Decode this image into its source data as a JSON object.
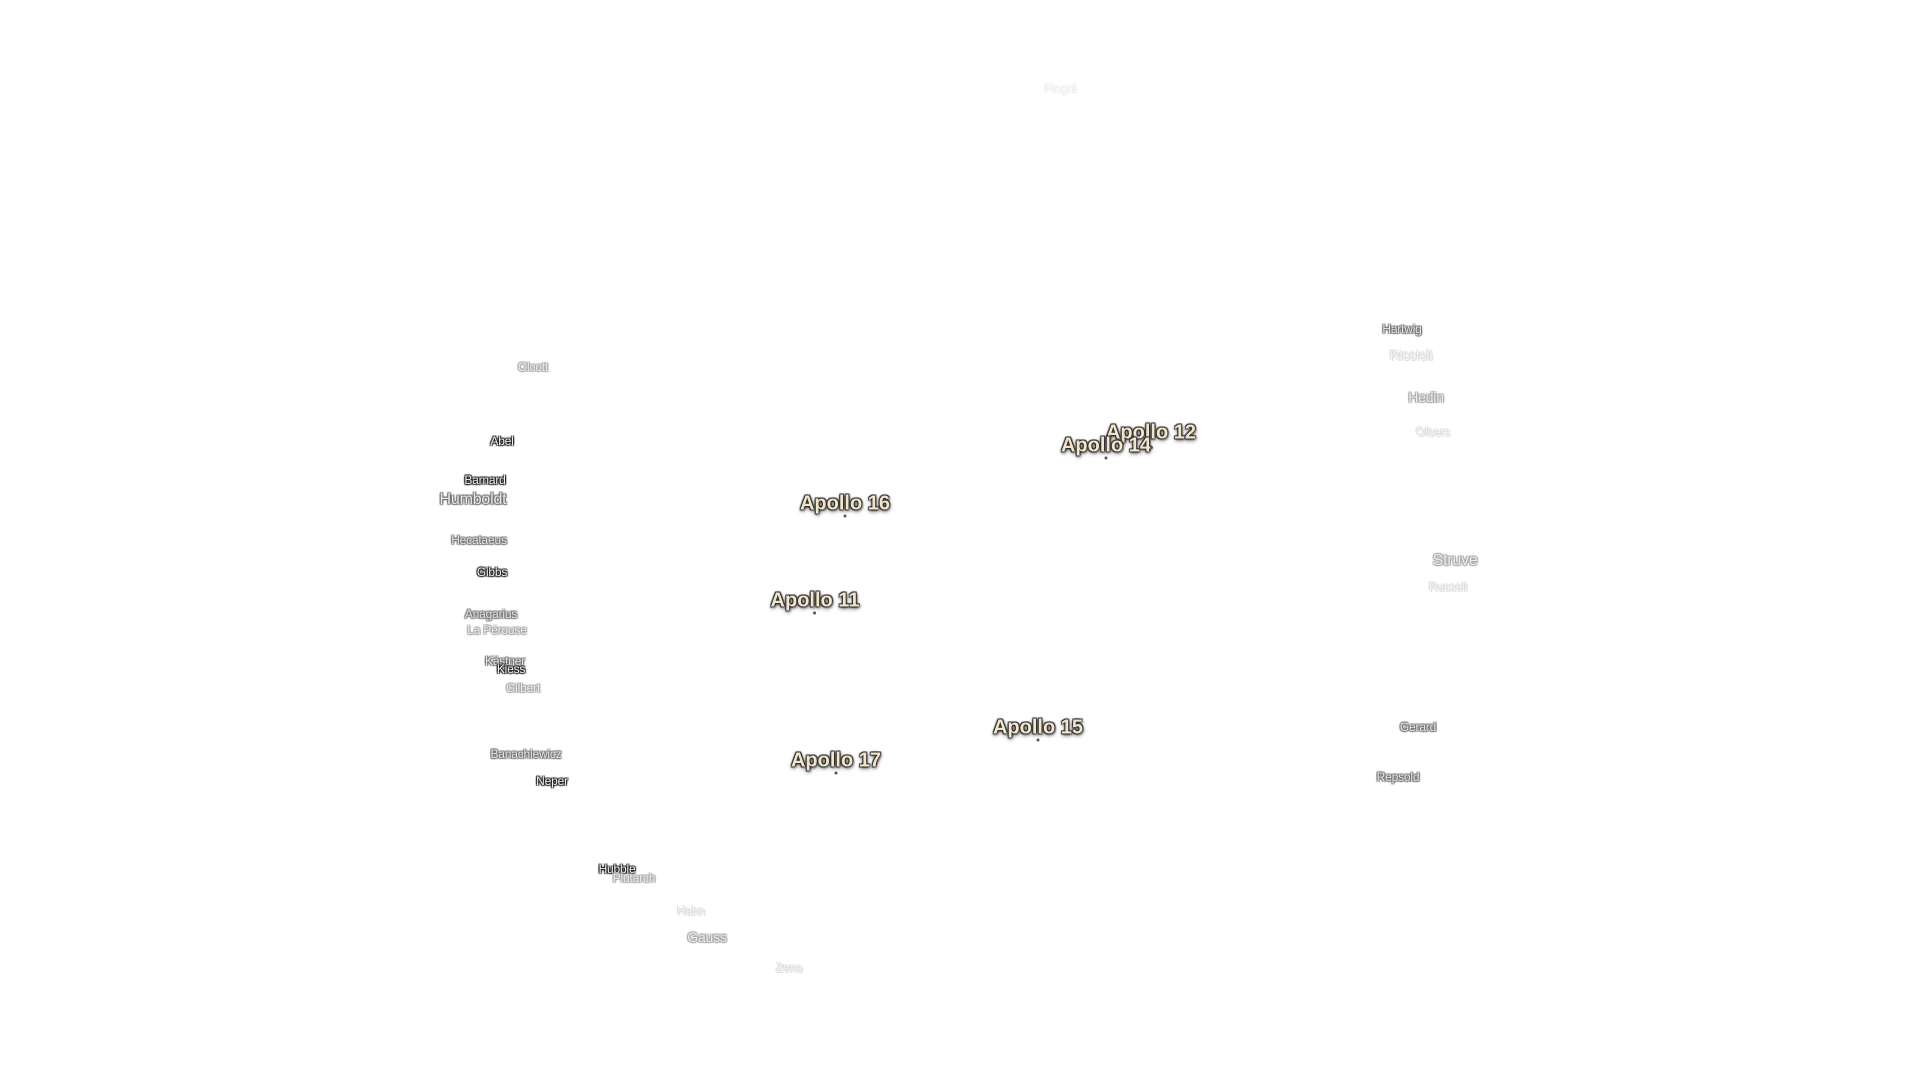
{
  "map": {
    "apollo_sites": [
      {
        "key": "apollo-12",
        "label": "Apollo 12"
      },
      {
        "key": "apollo-14",
        "label": "Apollo 14"
      },
      {
        "key": "apollo-16",
        "label": "Apollo 16"
      },
      {
        "key": "apollo-11",
        "label": "Apollo 11"
      },
      {
        "key": "apollo-15",
        "label": "Apollo 15"
      },
      {
        "key": "apollo-17",
        "label": "Apollo 17"
      }
    ],
    "craters": [
      {
        "key": "pingre",
        "label": "Pingré"
      },
      {
        "key": "olcott",
        "label": "Olcott"
      },
      {
        "key": "abel",
        "label": "Abel"
      },
      {
        "key": "barnard",
        "label": "Barnard"
      },
      {
        "key": "humboldt",
        "label": "Humboldt"
      },
      {
        "key": "hecataeus",
        "label": "Hecataeus"
      },
      {
        "key": "gibbs",
        "label": "Gibbs"
      },
      {
        "key": "anaximenes",
        "label": "Anagarius"
      },
      {
        "key": "la-perouse",
        "label": "La Pérouse"
      },
      {
        "key": "kastner",
        "label": "Kästner"
      },
      {
        "key": "kiess",
        "label": "Kiess"
      },
      {
        "key": "gilbert",
        "label": "Gilbert"
      },
      {
        "key": "banachiewicz",
        "label": "Banachiewicz"
      },
      {
        "key": "neper",
        "label": "Neper"
      },
      {
        "key": "hubble",
        "label": "Hubble"
      },
      {
        "key": "plutarch",
        "label": "Plutarch"
      },
      {
        "key": "hahn",
        "label": "Hahn"
      },
      {
        "key": "gauss",
        "label": "Gauss"
      },
      {
        "key": "zeno",
        "label": "Zeno"
      },
      {
        "key": "hartwig",
        "label": "Hartwig"
      },
      {
        "key": "riccioli",
        "label": "Riccioli"
      },
      {
        "key": "hedin",
        "label": "Hedin"
      },
      {
        "key": "olbers",
        "label": "Olbers"
      },
      {
        "key": "struve",
        "label": "Struve"
      },
      {
        "key": "russell",
        "label": "Russell"
      },
      {
        "key": "gerard",
        "label": "Gerard"
      },
      {
        "key": "repsold",
        "label": "Repsold"
      }
    ]
  }
}
